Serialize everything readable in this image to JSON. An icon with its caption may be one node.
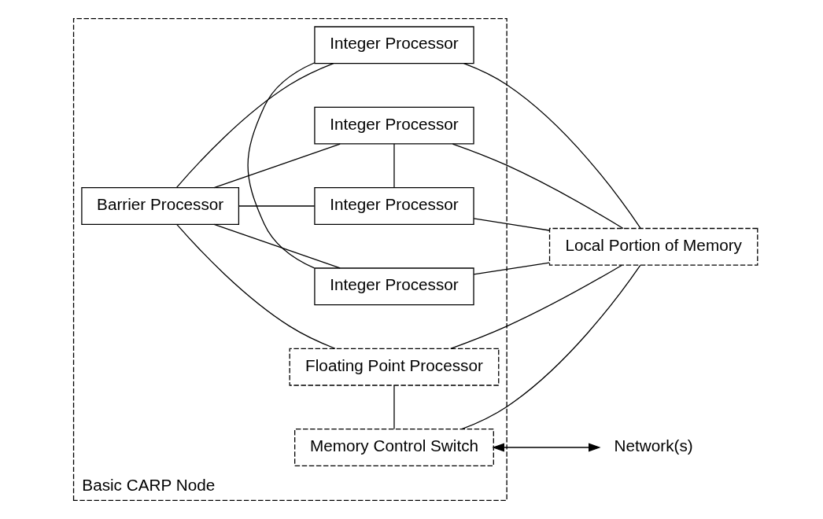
{
  "diagram": {
    "nodes": [
      {
        "text": [
          "Basic CARP Node"
        ]
      },
      {
        "text": [
          "Integer Processor"
        ],
        "in": 0
      },
      {
        "text": [
          "Integer Processor"
        ],
        "in": 0
      },
      {
        "text": [
          "Floating Point Processor"
        ],
        "in": 0
      },
      {
        "text": [
          "Barrier Processor"
        ],
        "in": 0
      },
      {
        "text": [
          "Integer Processor"
        ],
        "in": 0
      },
      {
        "text": [
          "Integer Processor"
        ],
        "in": 0
      },
      {
        "text": [
          "Memory Control Switch"
        ],
        "in": 0
      },
      {
        "text": [
          "Local Portion of Memory"
        ]
      },
      {
        "text": [
          "Network(s)"
        ]
      }
    ],
    "edges": [
      {
        "from": 4,
        "to": 1,
        "arrow": "none"
      },
      {
        "from": 4,
        "to": 2,
        "arrow": "none"
      },
      {
        "from": 4,
        "to": 3,
        "arrow": "none"
      },
      {
        "from": 4,
        "to": 5,
        "arrow": "none"
      },
      {
        "from": 4,
        "to": 6,
        "arrow": "none"
      },
      {
        "from": 1,
        "to": 5,
        "arrow": "none"
      },
      {
        "from": 2,
        "to": 6,
        "arrow": "none"
      },
      {
        "from": 3,
        "to": 7,
        "arrow": "none"
      },
      {
        "from": 1,
        "to": 8,
        "arrow": "none"
      },
      {
        "from": 2,
        "to": 8,
        "arrow": "none"
      },
      {
        "from": 3,
        "to": 8,
        "arrow": "none"
      },
      {
        "from": 5,
        "to": 8,
        "arrow": "none"
      },
      {
        "from": 6,
        "to": 8,
        "arrow": "none"
      },
      {
        "from": 7,
        "to": 8,
        "arrow": "none"
      },
      {
        "from": 7,
        "to": 9,
        "arrow": "both"
      }
    ]
  }
}
